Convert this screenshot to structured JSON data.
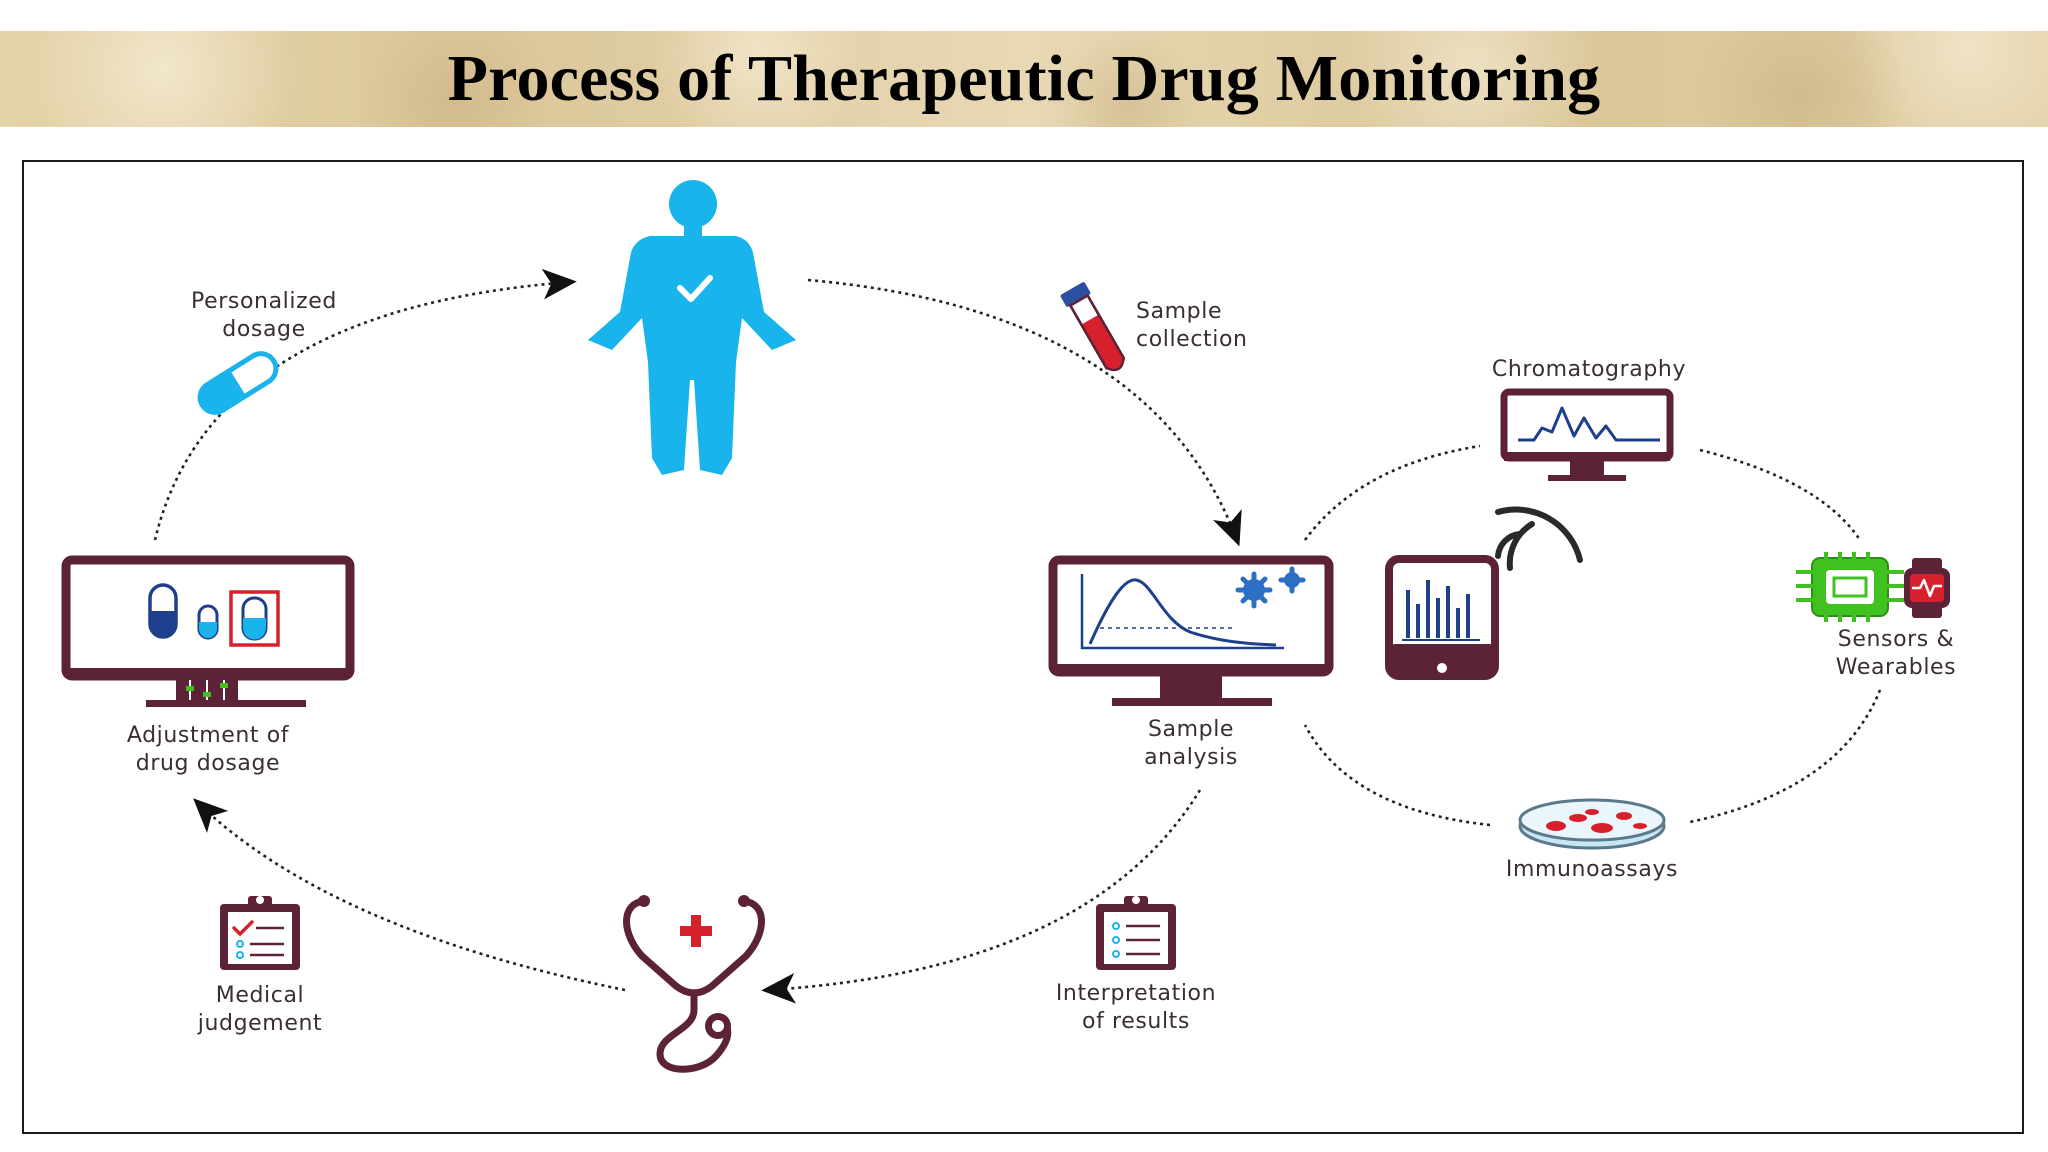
{
  "title": "Process of Therapeutic Drug Monitoring",
  "colors": {
    "maroon": "#5b2238",
    "blue": "#19b4eb",
    "navy": "#1d3f8c",
    "red": "#d6202c",
    "green": "#3fc21f",
    "text": "#3a2f30"
  },
  "labels": {
    "personalized_dosage": [
      "Personalized",
      "dosage"
    ],
    "sample_collection": [
      "Sample",
      "collection"
    ],
    "chromatography": [
      "Chromatography"
    ],
    "sensors_wearables": [
      "Sensors &",
      "Wearables"
    ],
    "sample_analysis": [
      "Sample",
      "analysis"
    ],
    "immunoassays": [
      "Immunoassays"
    ],
    "adjustment": [
      "Adjustment of",
      "drug dosage"
    ],
    "interpretation": [
      "Interpretation",
      "of results"
    ],
    "medical_judgement": [
      "Medical",
      "judgement"
    ]
  },
  "icons": {
    "patient": "human-body-check-icon",
    "tube": "blood-sample-tube-icon",
    "capsule": "capsule-icon",
    "monitor_capsules": "monitor-capsules-icon",
    "monitor_chart": "monitor-concentration-curve-icon",
    "monitor_chromatogram": "monitor-chromatogram-icon",
    "phone": "smartphone-bar-chart-icon",
    "wifi": "wireless-signal-icon",
    "chip": "microchip-icon",
    "watch": "smartwatch-icon",
    "petri": "petri-dish-icon",
    "clipboard": "clipboard-icon",
    "stethoscope": "stethoscope-icon"
  }
}
